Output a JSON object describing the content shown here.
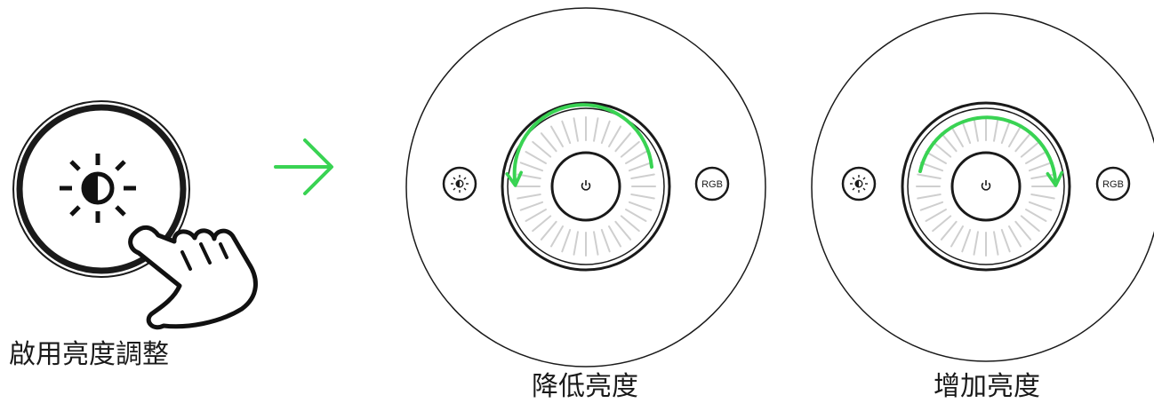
{
  "captions": {
    "enable": "啟用亮度調整",
    "decrease": "降低亮度",
    "increase": "增加亮度"
  },
  "device_labels": {
    "rgb": "RGB"
  },
  "icons": {
    "brightness": "brightness-icon",
    "power": "power-icon",
    "hand": "hand-pointer-icon",
    "next_arrow": "arrow-right-icon",
    "rotate_ccw": "rotate-counterclockwise-arrow-icon",
    "rotate_cw": "rotate-clockwise-arrow-icon"
  },
  "colors": {
    "accent_green": "#39d353",
    "outline": "#1a1a1a",
    "tick_gray": "#cfcfcf"
  }
}
